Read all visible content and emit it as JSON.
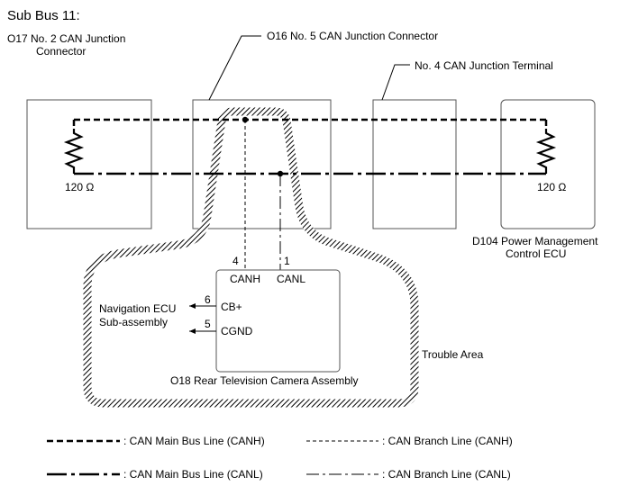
{
  "title": "Sub Bus 11:",
  "components": {
    "o17": {
      "line1": "O17  No. 2 CAN Junction",
      "line2": "Connector"
    },
    "o16": {
      "label": "O16  No. 5 CAN Junction Connector"
    },
    "no4": {
      "label": "No. 4 CAN Junction Terminal"
    },
    "d104": {
      "line1": "D104 Power Management",
      "line2": "Control ECU"
    },
    "o18": {
      "label": "O18  Rear Television Camera Assembly"
    },
    "nav": {
      "line1": "Navigation ECU",
      "line2": "Sub-assembly"
    }
  },
  "resistors": {
    "left": "120 Ω",
    "right": "120 Ω"
  },
  "pins": {
    "canh": {
      "number": "4",
      "name": "CANH"
    },
    "canl": {
      "number": "1",
      "name": "CANL"
    },
    "cb": {
      "number": "6",
      "name": "CB+"
    },
    "cgnd": {
      "number": "5",
      "name": "CGND"
    }
  },
  "trouble_area": "Trouble Area",
  "legend": [
    {
      "style": "main-canh",
      "label": ": CAN Main Bus Line (CANH)"
    },
    {
      "style": "branch-canh",
      "label": ": CAN Branch Line (CANH)"
    },
    {
      "style": "main-canl",
      "label": ": CAN Main Bus Line (CANL)"
    },
    {
      "style": "branch-canl",
      "label": ": CAN Branch Line (CANL)"
    }
  ],
  "colors": {
    "line": "#000000",
    "box": "#555555",
    "hatch": "#000000"
  }
}
